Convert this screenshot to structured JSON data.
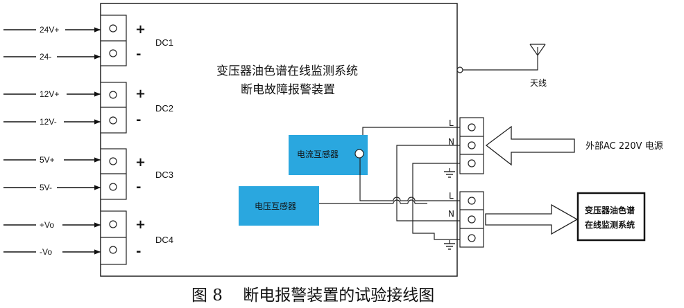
{
  "dc_inputs": [
    {
      "pos": "24V+",
      "neg": "24-",
      "name": "DC1"
    },
    {
      "pos": "12V+",
      "neg": "12V-",
      "name": "DC2"
    },
    {
      "pos": "5V+",
      "neg": "5V-",
      "name": "DC3"
    },
    {
      "pos": "+Vo",
      "neg": "-Vo",
      "name": "DC4"
    }
  ],
  "signs": {
    "plus": "+",
    "minus": "-"
  },
  "device_title": [
    "变压器油色谱在线监测系统",
    "断电故障报警装置"
  ],
  "antenna_label": "天线",
  "current_transformer": "电流互感器",
  "voltage_transformer": "电压互感器",
  "terminals": {
    "L": "L",
    "N": "N"
  },
  "external_ac": "外部AC 220V 电源",
  "monitoring_system": [
    "变压器油色谱",
    "在线监测系统"
  ],
  "caption": "图 8    断电报警装置的试验接线图",
  "colors": {
    "ct_fill": "#2aa7df"
  }
}
